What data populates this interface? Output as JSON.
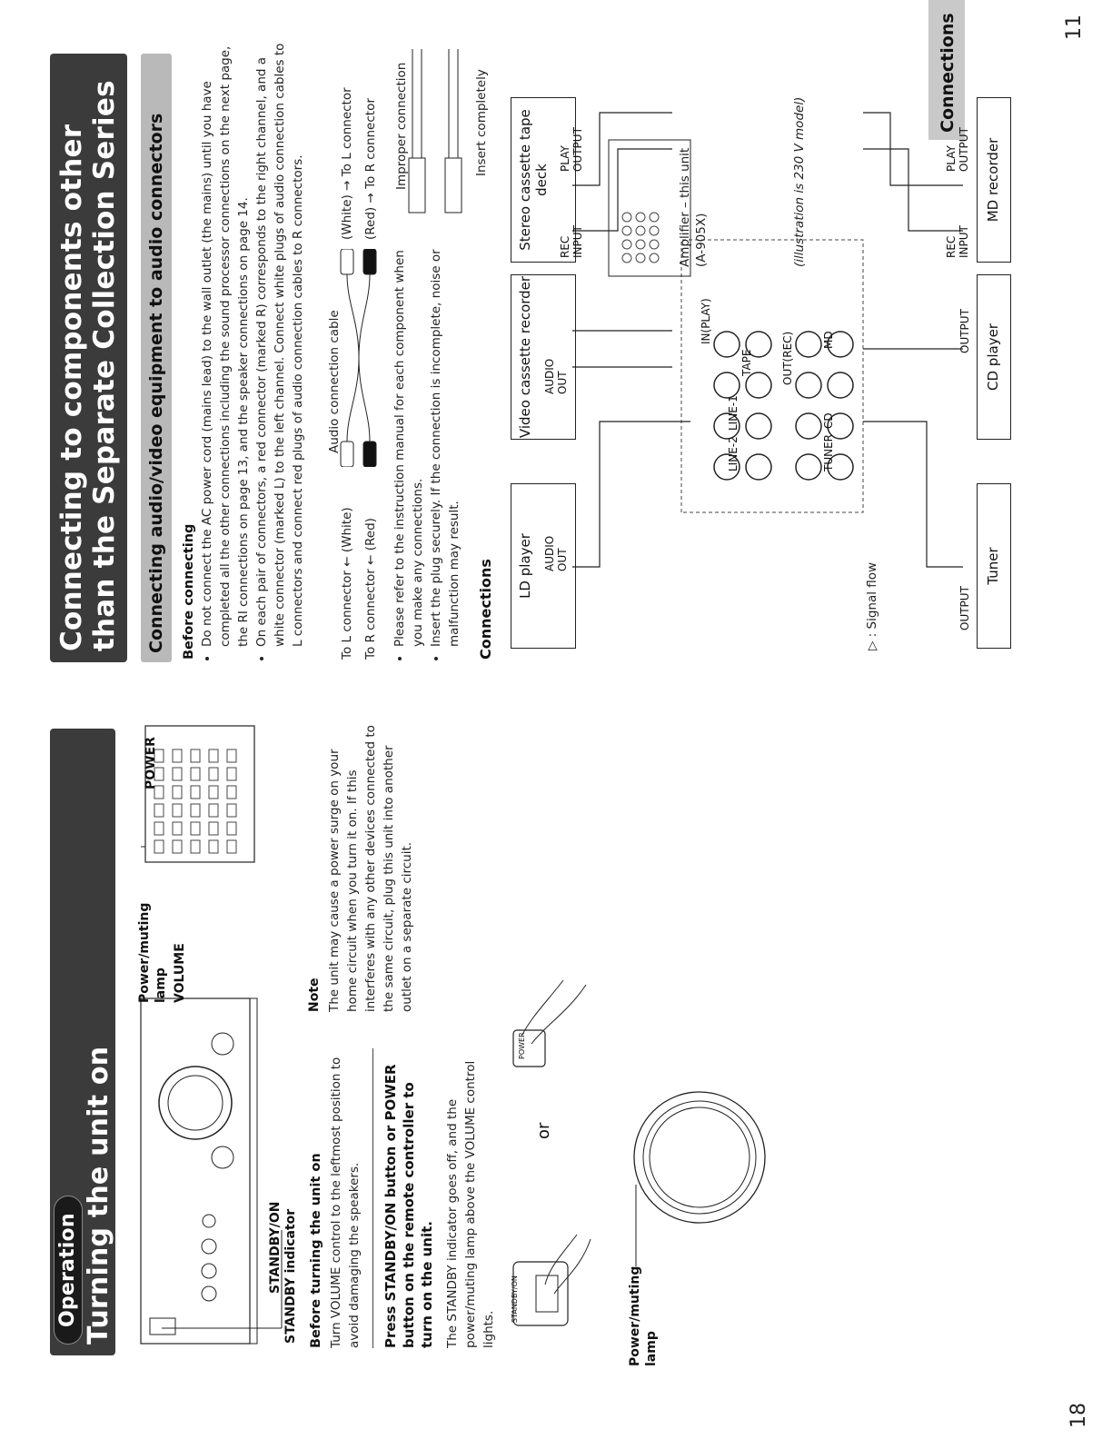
{
  "left_page": {
    "page_number": "18",
    "section_pill": "Operation",
    "title": "Turning the unit on",
    "labels": {
      "power_muting_lamp": "Power/muting lamp",
      "volume": "VOLUME",
      "standby_on": "STANDBY/ON",
      "standby_indicator": "STANDBY indicator",
      "power": "POWER",
      "or": "or",
      "power_muting_lamp_2": "Power/muting lamp",
      "standby_button_text": "STANDBY/ON",
      "power_button_text": "POWER"
    },
    "before_heading": "Before turning the unit on",
    "before_text": "Turn VOLUME control to the leftmost position to avoid damaging the speakers.",
    "press_heading": "Press STANDBY/ON button or POWER button on the remote controller to turn on the unit.",
    "press_text": "The STANDBY indicator goes off, and the power/muting lamp above the VOLUME control lights.",
    "note_heading": "Note",
    "note_text": "The unit may cause a power surge on your home circuit when you turn it on. If this interferes with any other devices connected to the same circuit, plug this unit into another outlet on a separate circuit."
  },
  "right_page": {
    "page_number": "11",
    "tab_label": "Connections",
    "title": "Connecting to components other than the Separate Collection Series",
    "subheading": "Connecting audio/video equipment to audio connectors",
    "before_heading": "Before connecting",
    "bullets": [
      "Do not connect the AC power cord (mains lead) to the wall outlet (the mains) until you have completed all the other connections including the sound processor connections on the next page, the RI connections on page 13, and the speaker connections on page 14.",
      "On each pair of connectors, a red connector (marked R) corresponds to the right channel, and a white connector (marked L) to the left channel. Connect white plugs of audio connection cables to L connectors and connect red plugs of audio connection cables to R connectors."
    ],
    "cable": {
      "caption": "Audio connection cable",
      "to_l_left": "To L connector",
      "to_r_left": "To R connector",
      "white": "(White)",
      "red": "(Red)",
      "to_l_right": "To L connector",
      "to_r_right": "To R connector",
      "improper": "Improper connection",
      "insert": "Insert completely"
    },
    "bullets2": [
      "Please refer to the instruction manual for each component when you make any connections.",
      "Insert the plug securely. If the connection is incomplete, noise or malfunction may result."
    ],
    "connections_heading": "Connections",
    "devices": {
      "ld_player": "LD player",
      "vcr": "Video cassette recorder",
      "tape_deck": "Stereo cassette tape deck",
      "tuner": "Tuner",
      "cd_player": "CD player",
      "md_recorder": "MD recorder"
    },
    "port_labels": {
      "audio_out": "AUDIO OUT",
      "rec_input": "REC INPUT",
      "play_output": "PLAY OUTPUT",
      "output": "OUTPUT"
    },
    "amplifier_label": "Amplifier – this unit (A-905X)",
    "illustration_note": "(illustration is 230 V model)",
    "signal_flow": ": Signal flow",
    "jack_labels": [
      "LINE-2",
      "LINE-1",
      "TUNER",
      "CD",
      "MD",
      "TAPE",
      "IN(PLAY)",
      "OUT(REC)"
    ]
  }
}
